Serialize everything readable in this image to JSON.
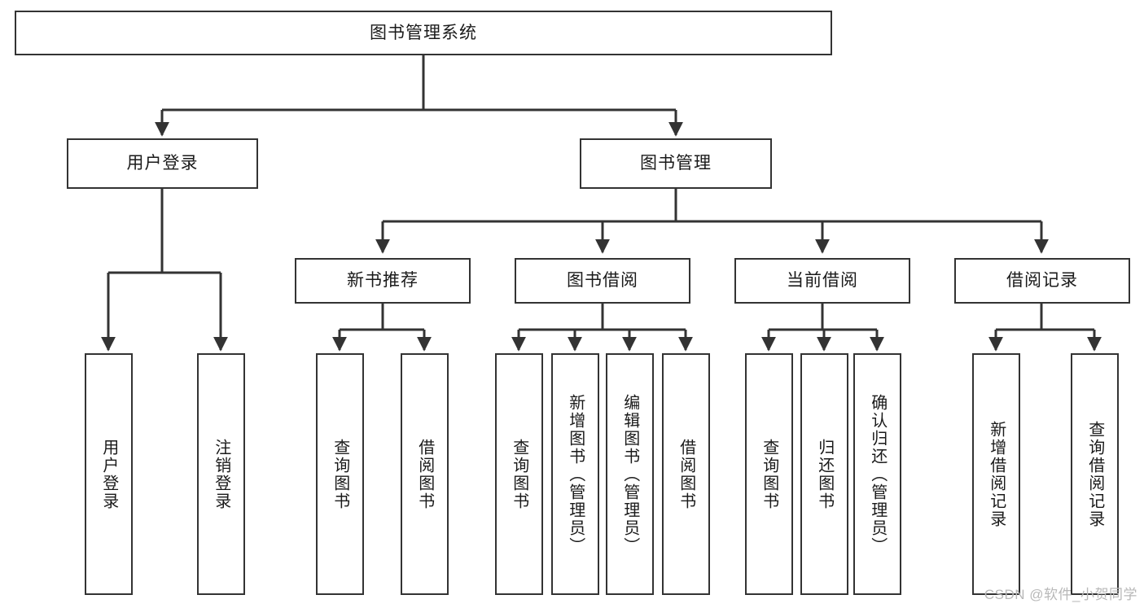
{
  "diagram": {
    "type": "tree",
    "title": "图书管理系统",
    "watermark": "CSDN @软件_小贺同学",
    "nodes": {
      "root": {
        "label": "图书管理系统",
        "level": 1
      },
      "user_login": {
        "label": "用户登录",
        "level": 2
      },
      "book_manage": {
        "label": "图书管理",
        "level": 2
      },
      "new_book_rec": {
        "label": "新书推荐",
        "level": 3
      },
      "book_borrow": {
        "label": "图书借阅",
        "level": 3
      },
      "current_borrow": {
        "label": "当前借阅",
        "level": 3
      },
      "borrow_record": {
        "label": "借阅记录",
        "level": 3
      },
      "leaf_user_login": {
        "label": "用户登录",
        "level": 4
      },
      "leaf_logout": {
        "label": "注销登录",
        "level": 4
      },
      "leaf_query_book_1": {
        "label": "查询图书",
        "level": 4
      },
      "leaf_borrow_book_1": {
        "label": "借阅图书",
        "level": 4
      },
      "leaf_query_book_2": {
        "label": "查询图书",
        "level": 4
      },
      "leaf_add_book": {
        "label": "新增图书（管理员）",
        "level": 4
      },
      "leaf_edit_book": {
        "label": "编辑图书（管理员）",
        "level": 4
      },
      "leaf_borrow_book_2": {
        "label": "借阅图书",
        "level": 4
      },
      "leaf_query_book_3": {
        "label": "查询图书",
        "level": 4
      },
      "leaf_return_book": {
        "label": "归还图书",
        "level": 4
      },
      "leaf_confirm_return": {
        "label": "确认归还（管理员）",
        "level": 4
      },
      "leaf_add_record": {
        "label": "新增借阅记录",
        "level": 4
      },
      "leaf_query_record": {
        "label": "查询借阅记录",
        "level": 4
      }
    },
    "edges": [
      {
        "from": "root",
        "to": "user_login"
      },
      {
        "from": "root",
        "to": "book_manage"
      },
      {
        "from": "user_login",
        "to": "leaf_user_login"
      },
      {
        "from": "user_login",
        "to": "leaf_logout"
      },
      {
        "from": "book_manage",
        "to": "new_book_rec"
      },
      {
        "from": "book_manage",
        "to": "book_borrow"
      },
      {
        "from": "book_manage",
        "to": "current_borrow"
      },
      {
        "from": "book_manage",
        "to": "borrow_record"
      },
      {
        "from": "new_book_rec",
        "to": "leaf_query_book_1"
      },
      {
        "from": "new_book_rec",
        "to": "leaf_borrow_book_1"
      },
      {
        "from": "book_borrow",
        "to": "leaf_query_book_2"
      },
      {
        "from": "book_borrow",
        "to": "leaf_add_book"
      },
      {
        "from": "book_borrow",
        "to": "leaf_edit_book"
      },
      {
        "from": "book_borrow",
        "to": "leaf_borrow_book_2"
      },
      {
        "from": "current_borrow",
        "to": "leaf_query_book_3"
      },
      {
        "from": "current_borrow",
        "to": "leaf_return_book"
      },
      {
        "from": "current_borrow",
        "to": "leaf_confirm_return"
      },
      {
        "from": "borrow_record",
        "to": "leaf_add_record"
      },
      {
        "from": "borrow_record",
        "to": "leaf_query_record"
      }
    ],
    "colors": {
      "stroke": "#333333",
      "fill": "#ffffff",
      "text": "#1a1a1a",
      "watermark": "#b8b8b8"
    }
  }
}
